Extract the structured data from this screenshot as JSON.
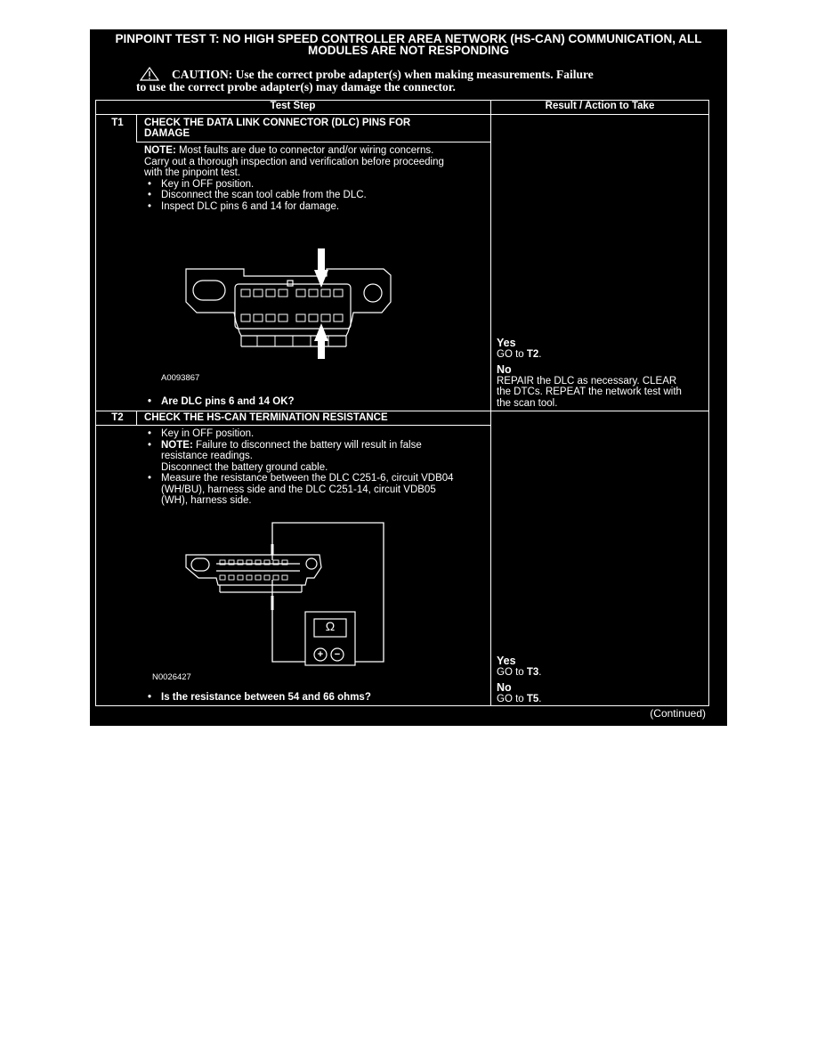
{
  "title": {
    "line1": "PINPOINT TEST T: NO HIGH SPEED CONTROLLER AREA NETWORK (HS-CAN) COMMUNICATION, ALL",
    "line2": "MODULES ARE NOT RESPONDING"
  },
  "caution": {
    "line1": "CAUTION: Use the correct probe adapter(s) when making measurements. Failure",
    "line2": "to use the correct probe adapter(s) may damage the connector."
  },
  "table": {
    "col_step": "Test Step",
    "col_result": "Result / Action to Take"
  },
  "steps": [
    {
      "num": "T1",
      "heading_line1": "CHECK THE DATA LINK CONNECTOR (DLC) PINS FOR",
      "heading_line2": "DAMAGE",
      "note_label": "NOTE:",
      "note_line1": " Most faults are due to connector and/or wiring concerns.",
      "note_line2": "Carry out a thorough inspection and verification before proceeding",
      "note_line3": "with the pinpoint test.",
      "bullets": [
        "Key in OFF position.",
        "Disconnect the scan tool cable from the DLC.",
        "Inspect DLC pins 6 and 14 for damage."
      ],
      "figure_id": "A0093867",
      "question": "Are DLC pins 6 and 14 OK?",
      "yes_label": "Yes",
      "yes_action_pre": "GO to ",
      "yes_action_target": "T2",
      "yes_action_post": ".",
      "no_label": "No",
      "no_action_line1": "REPAIR the DLC as necessary. CLEAR",
      "no_action_line2": "the DTCs. REPEAT the network test with",
      "no_action_line3": "the scan tool."
    },
    {
      "num": "T2",
      "heading_line1": "CHECK THE HS-CAN TERMINATION RESISTANCE",
      "bullet1": "Key in OFF position.",
      "bullet2_label": "NOTE:",
      "bullet2_line1": " Failure to disconnect the battery will result in false",
      "bullet2_line2": "resistance readings.",
      "bullet2_line3": "Disconnect the battery ground cable.",
      "bullet3_line1": "Measure the resistance between the DLC C251-6, circuit VDB04",
      "bullet3_line2": "(WH/BU), harness side and the DLC C251-14, circuit VDB05",
      "bullet3_line3": "(WH), harness side.",
      "meter_symbol": "Ω",
      "plus_symbol": "+",
      "minus_symbol": "−",
      "figure_id": "N0026427",
      "question": "Is the resistance between 54 and 66 ohms?",
      "yes_label": "Yes",
      "yes_action_pre": "GO to ",
      "yes_action_target": "T3",
      "yes_action_post": ".",
      "no_label": "No",
      "no_action_pre": "GO to ",
      "no_action_target": "T5",
      "no_action_post": "."
    }
  ],
  "continued": "(Continued)"
}
